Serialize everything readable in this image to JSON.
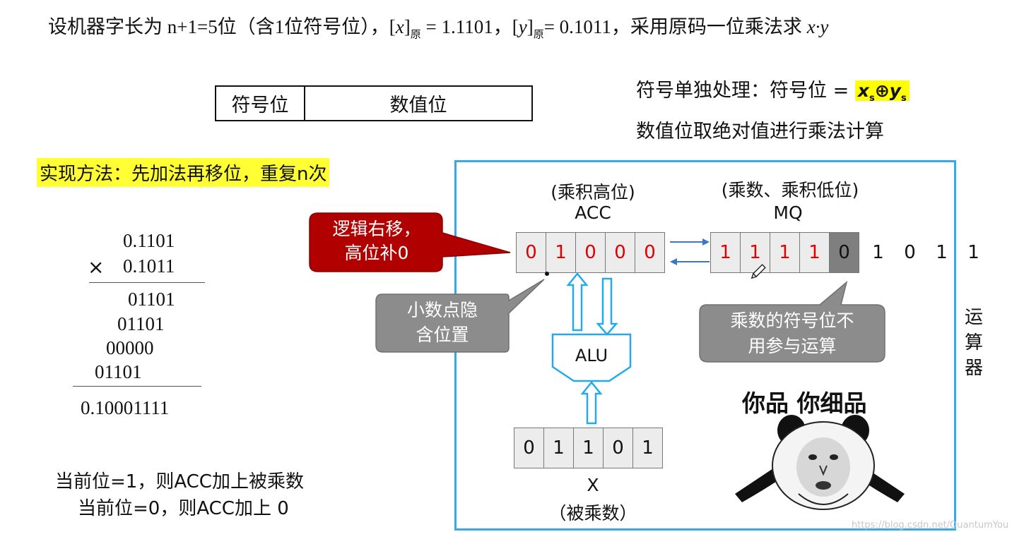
{
  "title": {
    "part1": "设机器字长为 n+1=5位（含1位符号位），",
    "x_var": "x",
    "sub_yuan": "原",
    "x_val": " = 1.1101，",
    "y_var": "y",
    "y_val": "= 0.1011，采用原码一位乘法求 ",
    "xy": "x·y"
  },
  "format_table": {
    "sign": "符号位",
    "value": "数值位"
  },
  "sign_note": {
    "prefix": "符号单独处理：符号位 = ",
    "xs": "x",
    "s1": "s",
    "oplus": "⊕",
    "ys": "y",
    "s2": "s"
  },
  "abs_note": "数值位取绝对值进行乘法计算",
  "method": "实现方法：先加法再移位，重复n次",
  "calc": {
    "multiplicand": "0.1101",
    "times": "×",
    "multiplier": "0.1011",
    "partials": [
      "01101",
      "01101",
      "00000",
      "01101"
    ],
    "result": "0.10001111"
  },
  "rules": {
    "rule1": "当前位=1，则ACC加上被乘数",
    "rule2": "当前位=0，则ACC加上 0"
  },
  "unit": {
    "acc_sub": "(乘积高位)",
    "acc_name": "ACC",
    "acc_bits": [
      "0",
      "1",
      "0",
      "0",
      "0"
    ],
    "mq_sub": "(乘数、乘积低位)",
    "mq_name": "MQ",
    "mq_bits": [
      "1",
      "1",
      "1",
      "1",
      "0"
    ],
    "mq_extra": [
      "1",
      "0",
      "1",
      "1"
    ],
    "alu": "ALU",
    "x_bits": [
      "0",
      "1",
      "1",
      "0",
      "1"
    ],
    "x_name": "X",
    "x_sub": "（被乘数）",
    "side_label": [
      "运",
      "算",
      "器"
    ]
  },
  "callouts": {
    "shift": [
      "逻辑右移，",
      "高位补0"
    ],
    "point": [
      "小数点隐",
      "含位置"
    ],
    "sign": [
      "乘数的符号位不",
      "用参与运算"
    ]
  },
  "meme": {
    "caption": "你品 你细品"
  },
  "watermark": "https://blog.csdn.net/QuantumYou",
  "colors": {
    "frame_blue": "#33aaee",
    "highlight_yellow": "#ffff00",
    "bit_red": "#e00000",
    "callout_red": "#b00000",
    "callout_gray": "#8c8c8c"
  }
}
